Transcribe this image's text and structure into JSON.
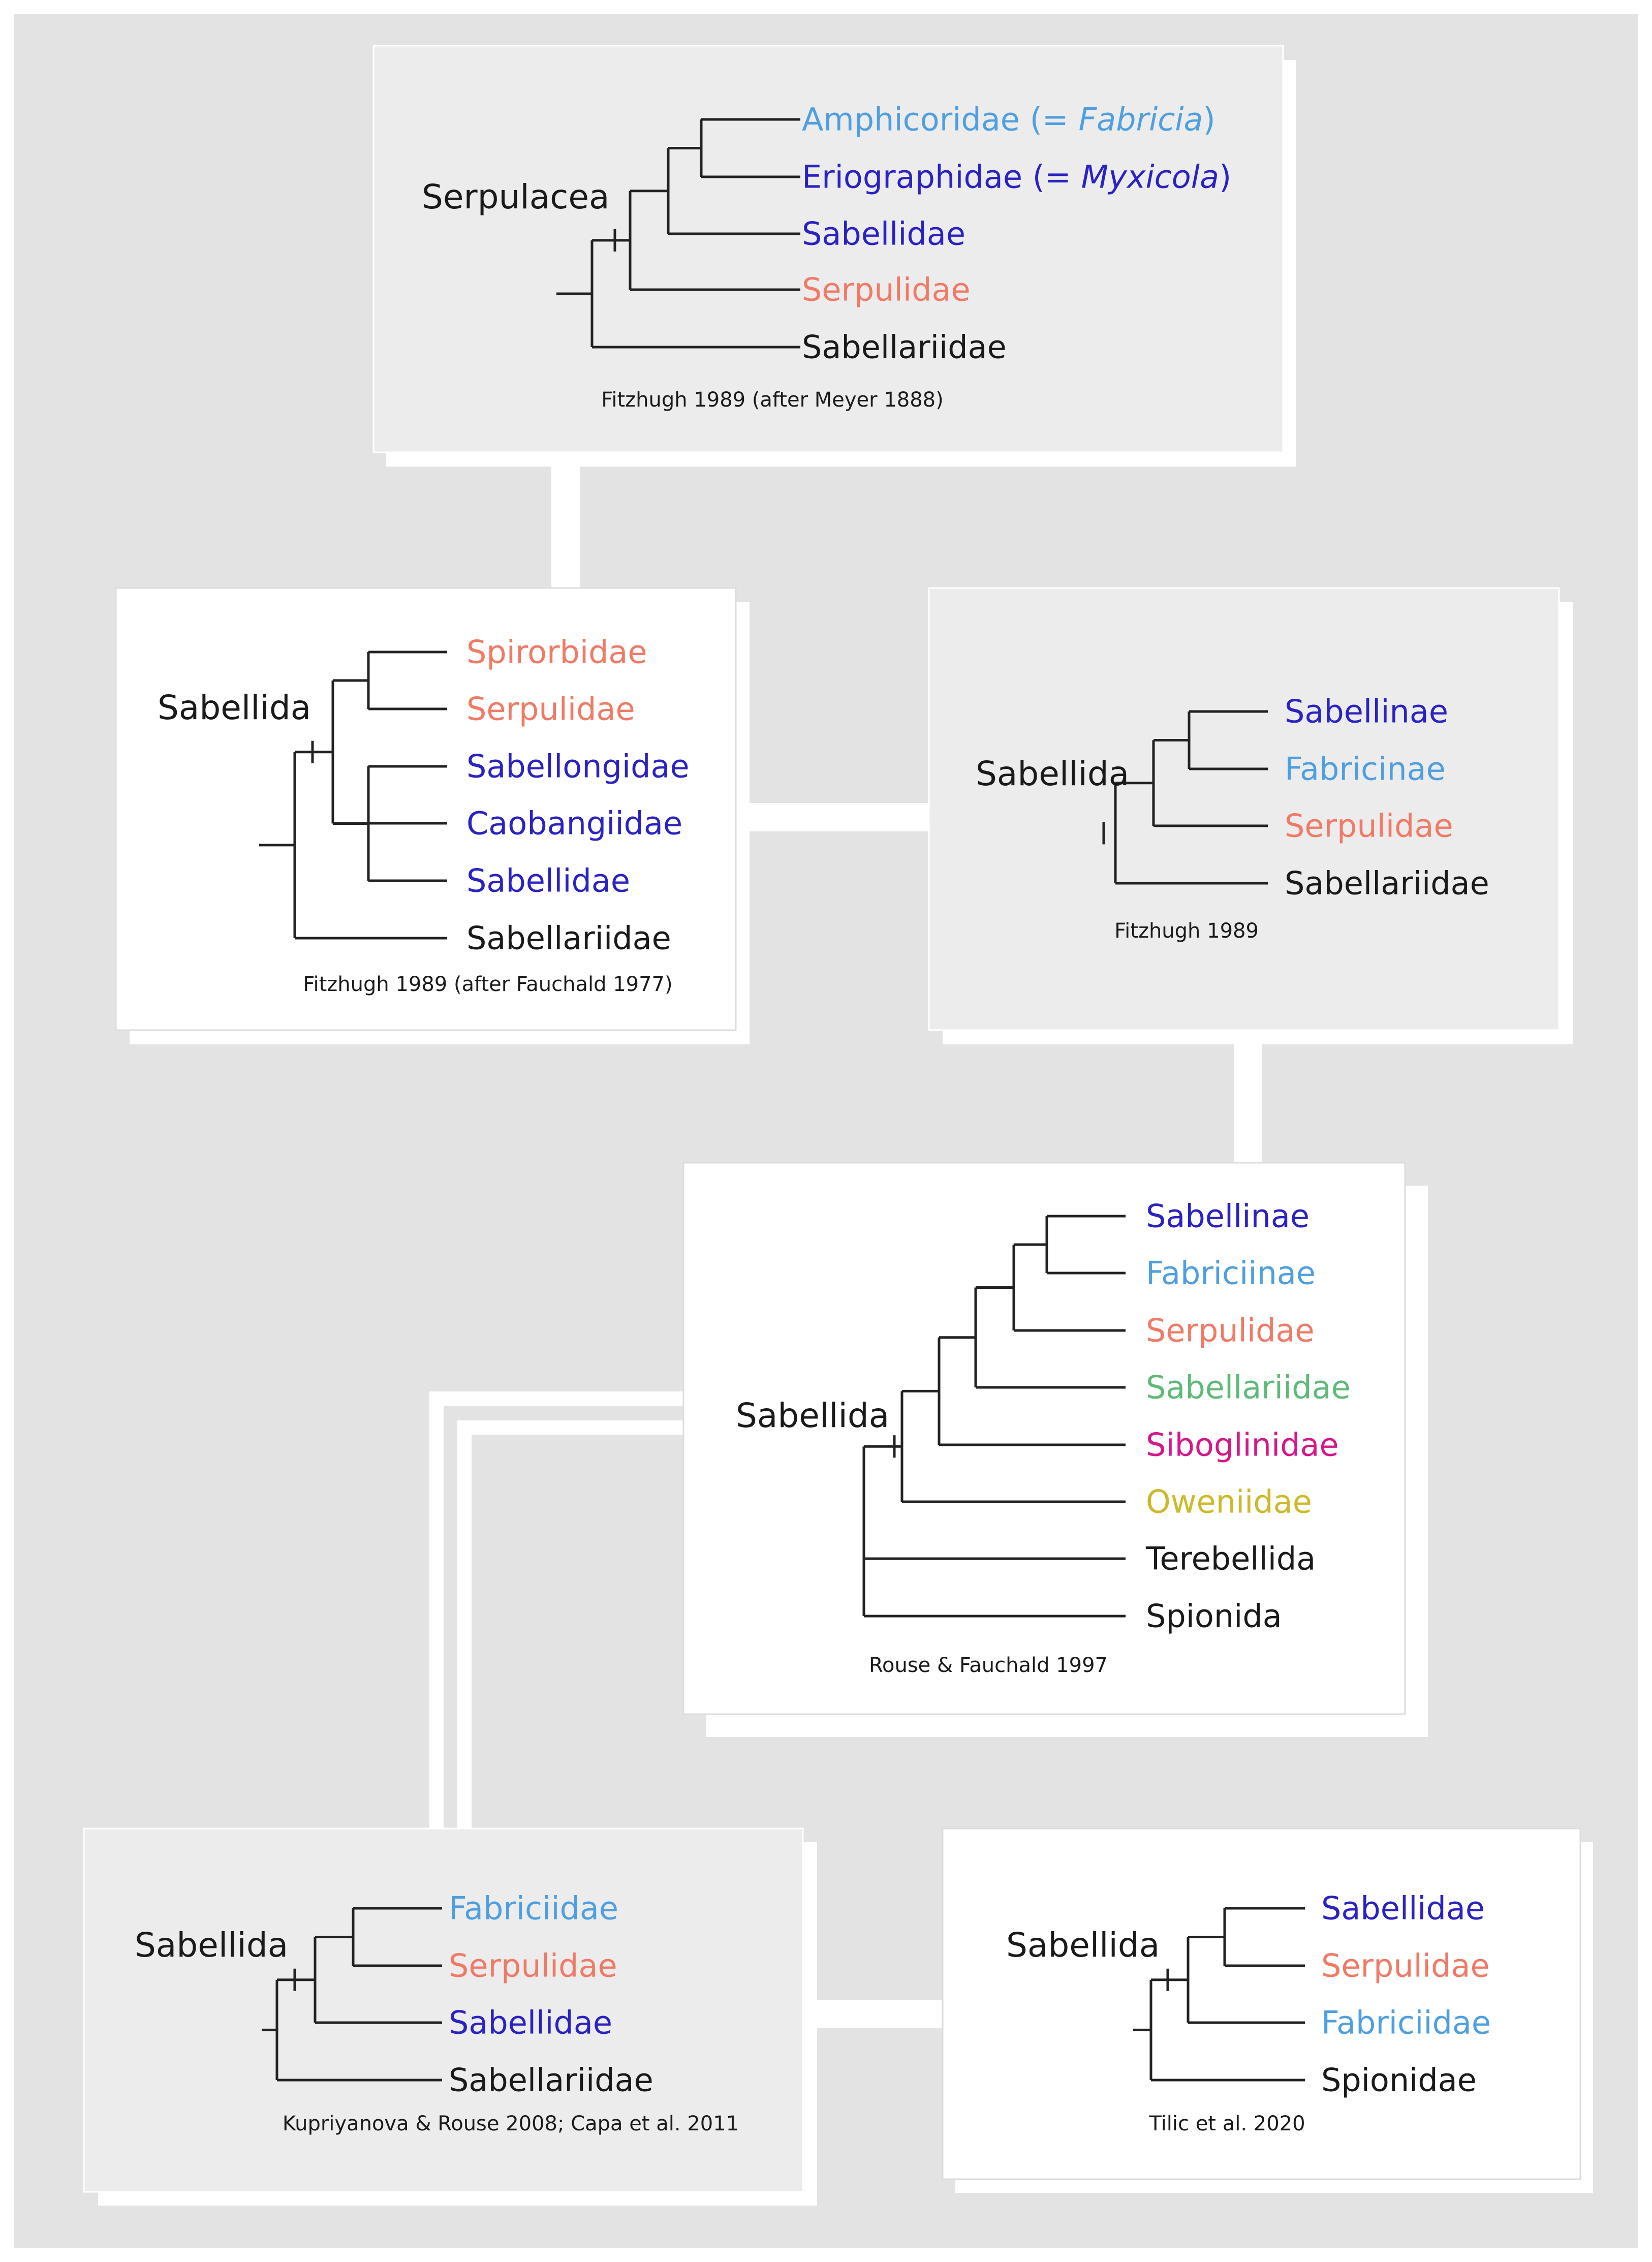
{
  "colors": {
    "background": "#e3e3e3",
    "page_border": "#ffffff",
    "panel_white": "#ffffff",
    "panel_gray": "#ececec",
    "connector": "#ffffff",
    "line": "#222222",
    "black": "#1a1a1a",
    "light_blue": "#4f9fe0",
    "dark_blue": "#2a22c2",
    "salmon": "#f07a66",
    "green": "#5fba7a",
    "magenta": "#d4178a",
    "yellow": "#cdb92a"
  },
  "trees": [
    {
      "root": "Serpulacea",
      "caption": "Fitzhugh 1989 (after Meyer 1888)",
      "taxa": [
        {
          "text": "Amphicoridae (= ",
          "italic": "Fabricia",
          "close": ")",
          "color": "light_blue"
        },
        {
          "text": "Eriographidae (= ",
          "italic": "Myxicola",
          "close": ")",
          "color": "dark_blue"
        },
        {
          "text": "Sabellidae",
          "color": "dark_blue"
        },
        {
          "text": "Serpulidae",
          "color": "salmon"
        },
        {
          "text": "Sabellariidae",
          "color": "black"
        }
      ]
    },
    {
      "root": "Sabellida",
      "caption": "Fitzhugh 1989 (after Fauchald 1977)",
      "taxa": [
        {
          "text": "Spirorbidae",
          "color": "salmon"
        },
        {
          "text": "Serpulidae",
          "color": "salmon"
        },
        {
          "text": "Sabellongidae",
          "color": "dark_blue"
        },
        {
          "text": "Caobangiidae",
          "color": "dark_blue"
        },
        {
          "text": "Sabellidae",
          "color": "dark_blue"
        },
        {
          "text": "Sabellariidae",
          "color": "black"
        }
      ]
    },
    {
      "root": "Sabellida",
      "caption": "Fitzhugh 1989",
      "taxa": [
        {
          "text": "Sabellinae",
          "color": "dark_blue"
        },
        {
          "text": "Fabricinae",
          "color": "light_blue"
        },
        {
          "text": "Serpulidae",
          "color": "salmon"
        },
        {
          "text": "Sabellariidae",
          "color": "black"
        }
      ]
    },
    {
      "root": "Sabellida",
      "caption": "Rouse & Fauchald 1997",
      "taxa": [
        {
          "text": "Sabellinae",
          "color": "dark_blue"
        },
        {
          "text": "Fabriciinae",
          "color": "light_blue"
        },
        {
          "text": "Serpulidae",
          "color": "salmon"
        },
        {
          "text": "Sabellariidae",
          "color": "green"
        },
        {
          "text": "Siboglinidae",
          "color": "magenta"
        },
        {
          "text": "Oweniidae",
          "color": "yellow"
        },
        {
          "text": "Terebellida",
          "color": "black"
        },
        {
          "text": "Spionida",
          "color": "black"
        }
      ]
    },
    {
      "root": "Sabellida",
      "caption": "Kupriyanova & Rouse 2008; Capa et al. 2011",
      "taxa": [
        {
          "text": "Fabriciidae",
          "color": "light_blue"
        },
        {
          "text": "Serpulidae",
          "color": "salmon"
        },
        {
          "text": "Sabellidae",
          "color": "dark_blue"
        },
        {
          "text": "Sabellariidae",
          "color": "black"
        }
      ]
    },
    {
      "root": "Sabellida",
      "caption": "Tilic et al. 2020",
      "taxa": [
        {
          "text": "Sabellidae",
          "color": "dark_blue"
        },
        {
          "text": "Serpulidae",
          "color": "salmon"
        },
        {
          "text": "Fabriciidae",
          "color": "light_blue"
        },
        {
          "text": "Spionidae",
          "color": "black"
        }
      ]
    }
  ]
}
